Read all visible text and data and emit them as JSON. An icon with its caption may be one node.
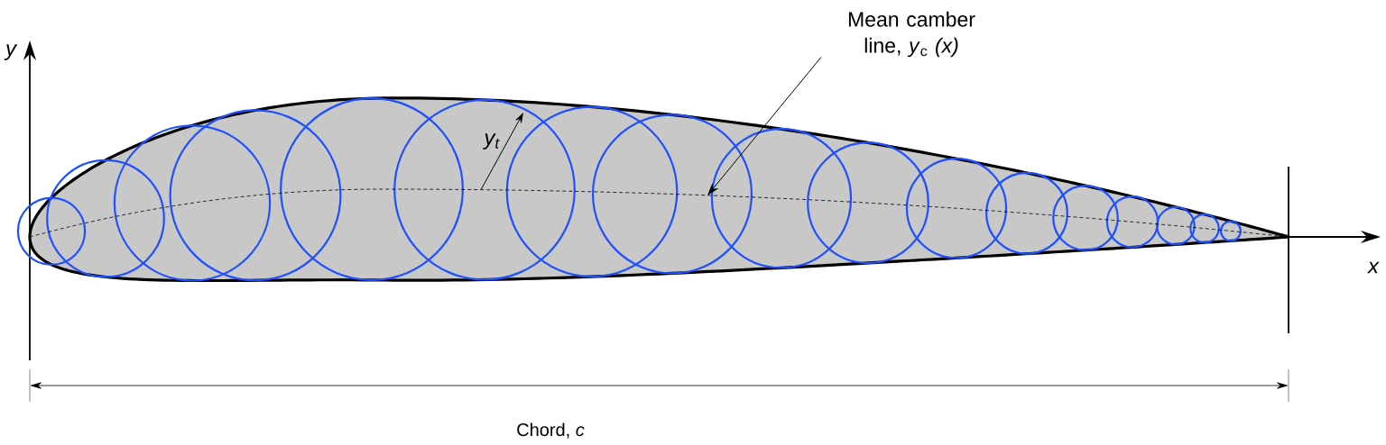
{
  "diagram": {
    "nodes": [
      {
        "text": [
          "Mean camber line, *y*$_{c}$ *(x)*"
        ]
      },
      {
        "text": [],
        "shape": "picture"
      }
    ],
    "edges": [
      {
        "from": 0,
        "to": 1,
        "arrow": "to"
      }
    ],
    "labels": [
      "y",
      "x",
      "y$_{t}$",
      "Chord, *c*"
    ]
  }
}
